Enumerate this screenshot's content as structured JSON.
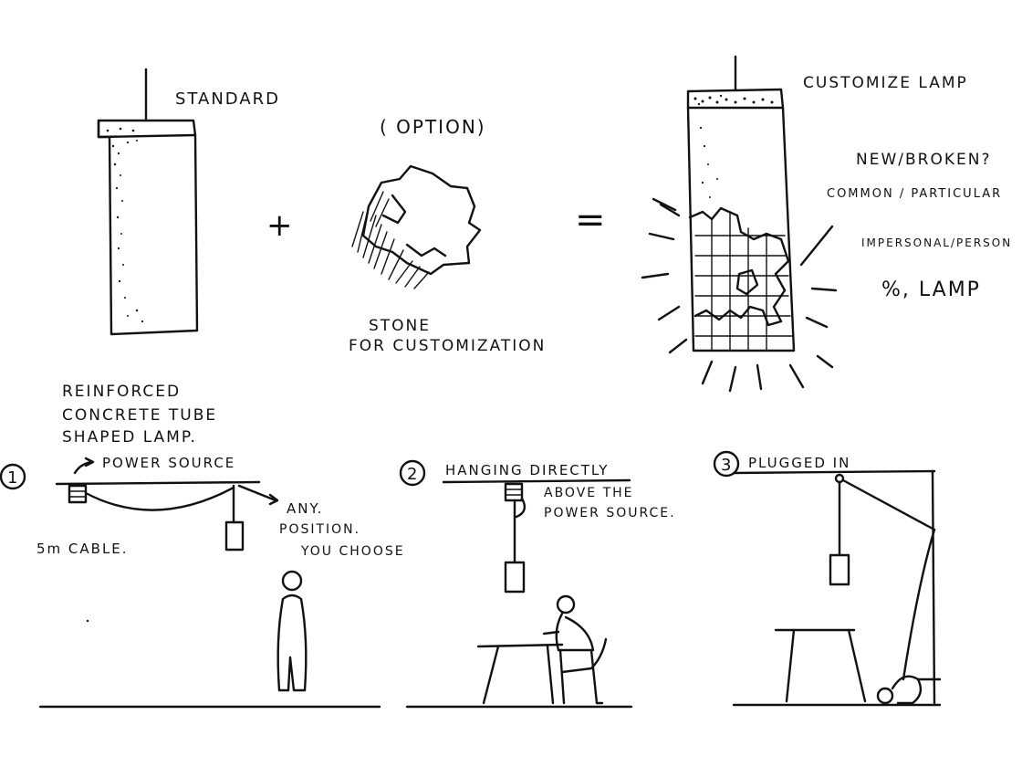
{
  "top": {
    "standard_label": "STANDARD",
    "option_label": "( OPTION)",
    "plus_sign": "+",
    "equals_sign": "=",
    "stone_label_line1": "STONE",
    "stone_label_line2": "FOR CUSTOMIZATION",
    "customize_label": "CUSTOMIZE LAMP",
    "new_broken": "NEW/BROKEN?",
    "common_particular": "COMMON / PARTICULAR",
    "impersonal_personal": "IMPERSONAL/PERSON",
    "percent_lamp": "%, LAMP"
  },
  "description": {
    "line1": "REINFORCED",
    "line2": "CONCRETE TUBE",
    "line3": "SHAPED LAMP."
  },
  "scenario1": {
    "number": "1",
    "power_source": "POWER SOURCE",
    "any": "ANY.",
    "position": "POSITION.",
    "you_choose": "YOU CHOOSE",
    "cable": "5m CABLE."
  },
  "scenario2": {
    "number": "2",
    "title": "HANGING DIRECTLY",
    "above": "ABOVE THE",
    "power_source": "POWER SOURCE."
  },
  "scenario3": {
    "number": "3",
    "title": "PLUGGED IN"
  }
}
